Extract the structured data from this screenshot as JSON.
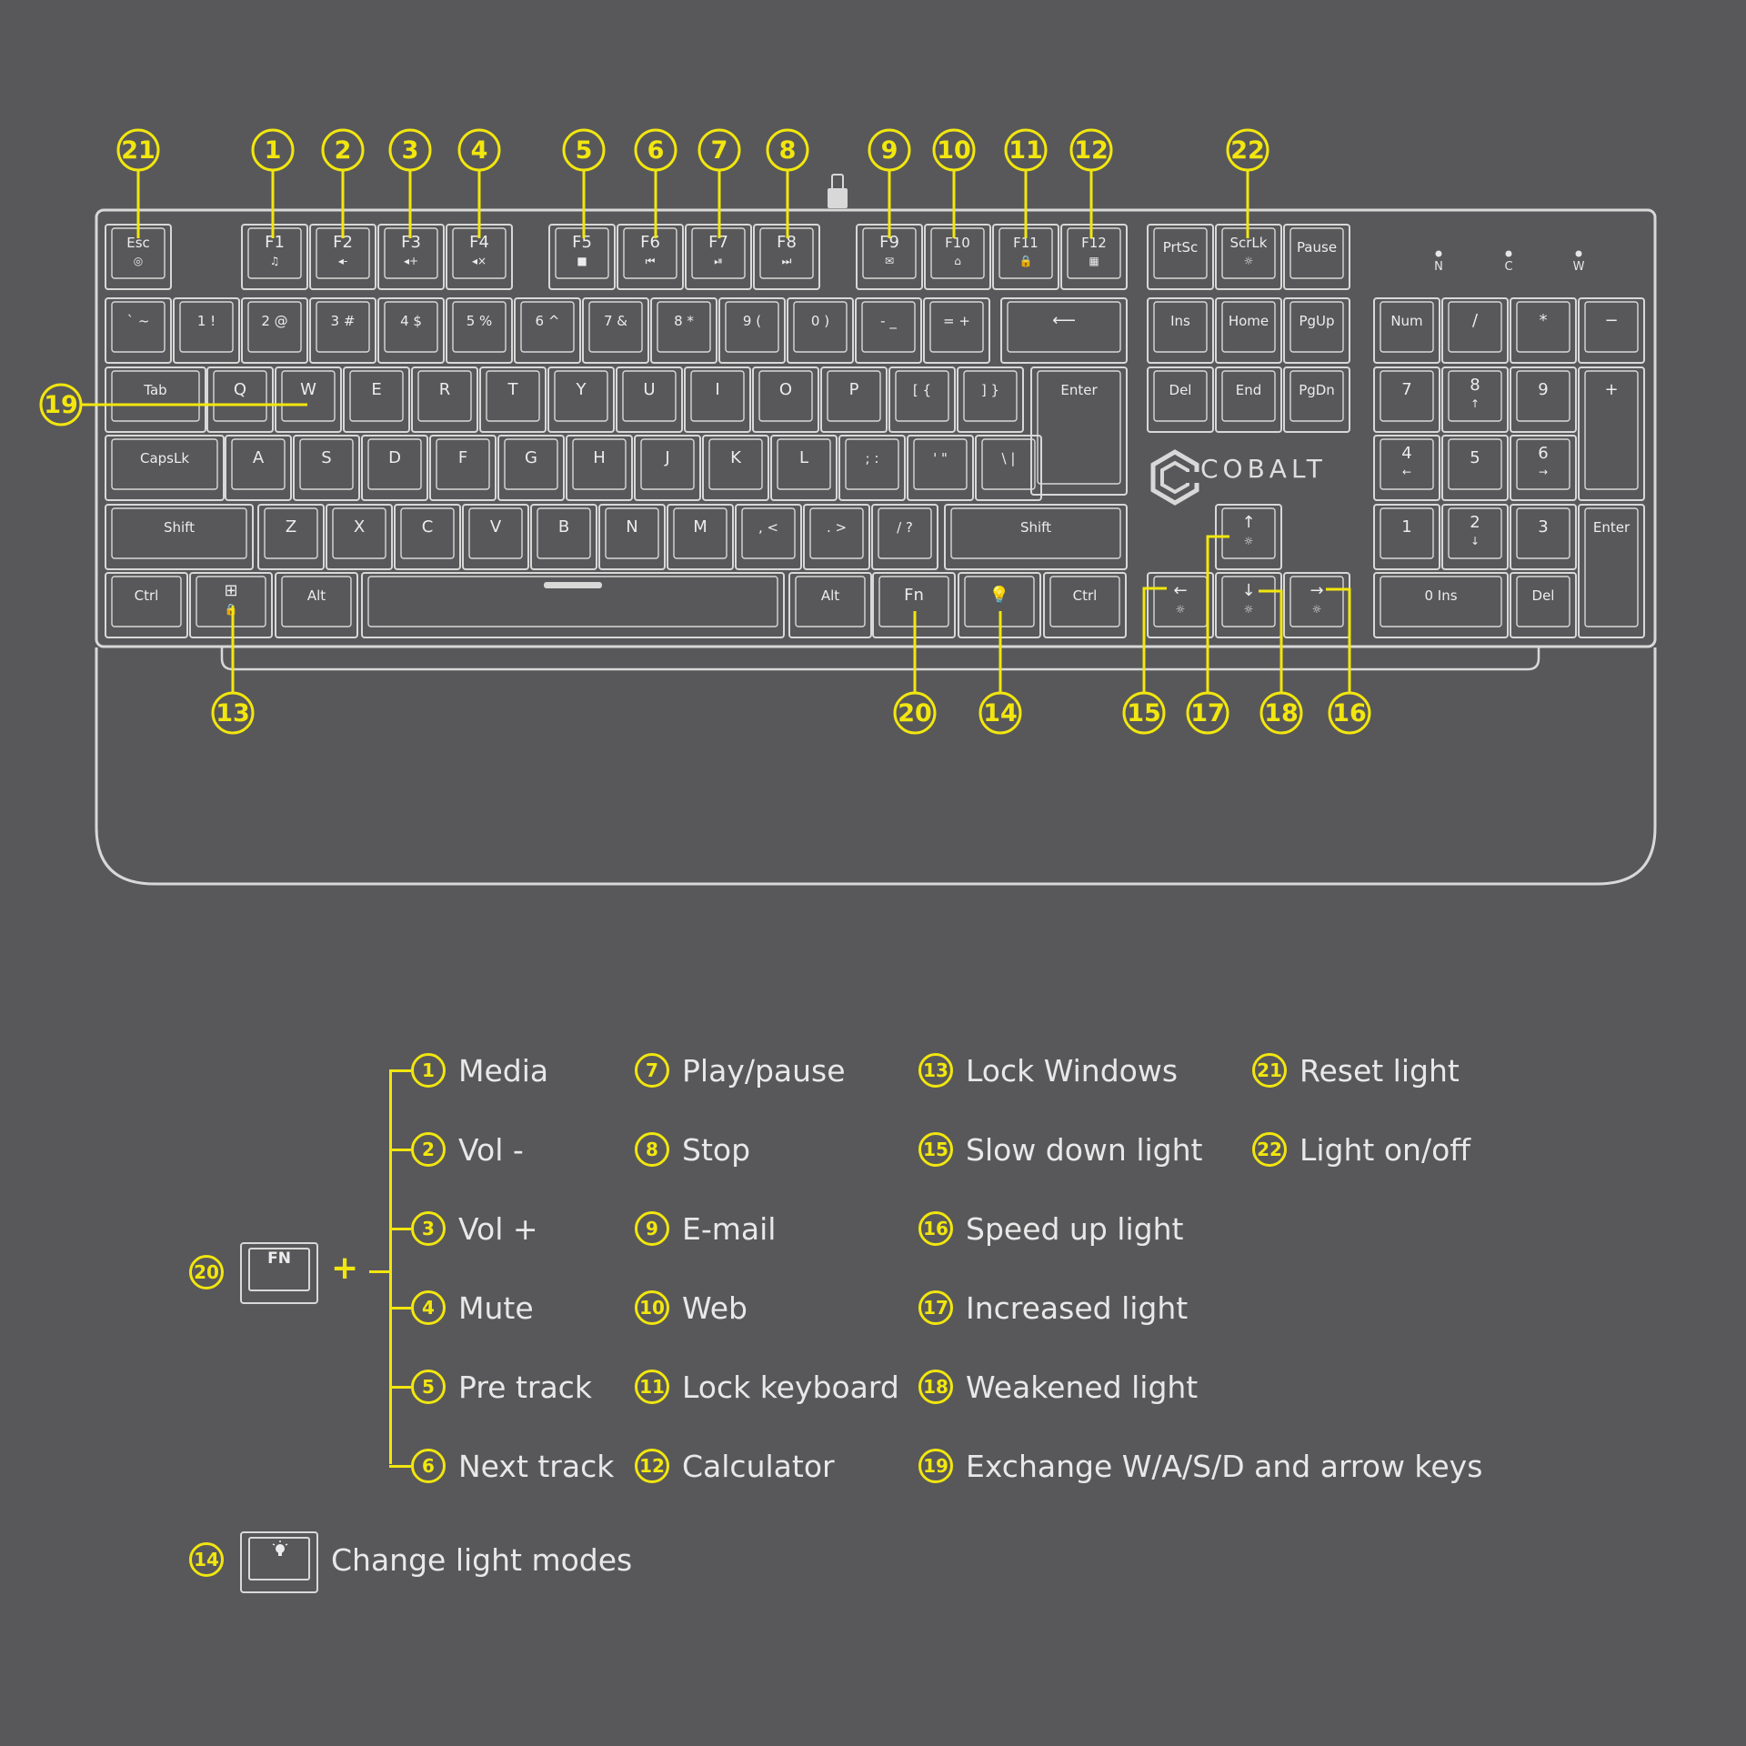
{
  "brand": {
    "name": "COBALT"
  },
  "colors": {
    "background": "#58585a",
    "outline": "#d8d8d8",
    "accent": "#f2e60f"
  },
  "keyboard": {
    "rows": [
      [
        {
          "l": "Esc",
          "s": "◎"
        },
        {
          "l": "F1",
          "s": "♫"
        },
        {
          "l": "F2",
          "s": "◂-"
        },
        {
          "l": "F3",
          "s": "◂+"
        },
        {
          "l": "F4",
          "s": "◂×"
        },
        {
          "l": "F5",
          "s": "■"
        },
        {
          "l": "F6",
          "s": "⏮"
        },
        {
          "l": "F7",
          "s": "⏯"
        },
        {
          "l": "F8",
          "s": "⏭"
        },
        {
          "l": "F9",
          "s": "✉"
        },
        {
          "l": "F10",
          "s": "⌂"
        },
        {
          "l": "F11",
          "s": "🔒"
        },
        {
          "l": "F12",
          "s": "▦"
        },
        {
          "l": "PrtSc",
          "s": ""
        },
        {
          "l": "ScrLk",
          "s": "☼"
        },
        {
          "l": "Pause",
          "s": ""
        }
      ],
      [
        {
          "l": "` ~"
        },
        {
          "l": "1 !"
        },
        {
          "l": "2 @"
        },
        {
          "l": "3 #"
        },
        {
          "l": "4 $"
        },
        {
          "l": "5 %"
        },
        {
          "l": "6 ^"
        },
        {
          "l": "7 &"
        },
        {
          "l": "8 *"
        },
        {
          "l": "9 ("
        },
        {
          "l": "0 )"
        },
        {
          "l": "- _"
        },
        {
          "l": "= +"
        },
        {
          "l": "⟵"
        },
        {
          "l": "Ins"
        },
        {
          "l": "Home"
        },
        {
          "l": "PgUp"
        },
        {
          "l": "Num"
        },
        {
          "l": "/"
        },
        {
          "l": "*"
        },
        {
          "l": "−"
        }
      ],
      [
        {
          "l": "Tab"
        },
        {
          "l": "Q"
        },
        {
          "l": "W"
        },
        {
          "l": "E"
        },
        {
          "l": "R"
        },
        {
          "l": "T"
        },
        {
          "l": "Y"
        },
        {
          "l": "U"
        },
        {
          "l": "I"
        },
        {
          "l": "O"
        },
        {
          "l": "P"
        },
        {
          "l": "[ {"
        },
        {
          "l": "] }"
        },
        {
          "l": "Enter"
        },
        {
          "l": "Del"
        },
        {
          "l": "End"
        },
        {
          "l": "PgDn"
        },
        {
          "l": "7"
        },
        {
          "l": "8",
          "s": "↑"
        },
        {
          "l": "9"
        },
        {
          "l": "+"
        }
      ],
      [
        {
          "l": "CapsLk"
        },
        {
          "l": "A"
        },
        {
          "l": "S"
        },
        {
          "l": "D"
        },
        {
          "l": "F"
        },
        {
          "l": "G"
        },
        {
          "l": "H"
        },
        {
          "l": "J"
        },
        {
          "l": "K"
        },
        {
          "l": "L"
        },
        {
          "l": "; :"
        },
        {
          "l": "' \""
        },
        {
          "l": "\\ |"
        },
        {
          "l": "4",
          "s": "←"
        },
        {
          "l": "5"
        },
        {
          "l": "6",
          "s": "→"
        }
      ],
      [
        {
          "l": "Shift"
        },
        {
          "l": "Z"
        },
        {
          "l": "X"
        },
        {
          "l": "C"
        },
        {
          "l": "V"
        },
        {
          "l": "B"
        },
        {
          "l": "N"
        },
        {
          "l": "M"
        },
        {
          "l": ", <"
        },
        {
          "l": ". >"
        },
        {
          "l": "/ ?"
        },
        {
          "l": "Shift"
        },
        {
          "l": "↑",
          "s": "☼"
        },
        {
          "l": "1"
        },
        {
          "l": "2",
          "s": "↓"
        },
        {
          "l": "3"
        },
        {
          "l": "Enter"
        }
      ],
      [
        {
          "l": "Ctrl"
        },
        {
          "l": "⊞",
          "s": "🔒"
        },
        {
          "l": "Alt"
        },
        {
          "l": ""
        },
        {
          "l": "Alt"
        },
        {
          "l": "Fn"
        },
        {
          "l": "💡"
        },
        {
          "l": "Ctrl"
        },
        {
          "l": "←",
          "s": "☼"
        },
        {
          "l": "↓",
          "s": "☼"
        },
        {
          "l": "→",
          "s": "☼"
        },
        {
          "l": "0 Ins"
        },
        {
          "l": "Del"
        }
      ]
    ],
    "indicators": [
      "N",
      "C",
      "W"
    ]
  },
  "callouts": [
    "21",
    "1",
    "2",
    "3",
    "4",
    "5",
    "6",
    "7",
    "8",
    "9",
    "10",
    "11",
    "12",
    "22",
    "19",
    "13",
    "20",
    "14",
    "15",
    "17",
    "18",
    "16"
  ],
  "legend": {
    "fn_key_label": "FN",
    "fn_callout": "20",
    "plus": "+",
    "light_callout": "14",
    "light_text": "Change light modes",
    "columns": [
      [
        {
          "n": "1",
          "t": "Media"
        },
        {
          "n": "2",
          "t": "Vol -"
        },
        {
          "n": "3",
          "t": "Vol +"
        },
        {
          "n": "4",
          "t": "Mute"
        },
        {
          "n": "5",
          "t": "Pre track"
        },
        {
          "n": "6",
          "t": "Next track"
        }
      ],
      [
        {
          "n": "7",
          "t": "Play/pause"
        },
        {
          "n": "8",
          "t": "Stop"
        },
        {
          "n": "9",
          "t": "E-mail"
        },
        {
          "n": "10",
          "t": "Web"
        },
        {
          "n": "11",
          "t": "Lock keyboard"
        },
        {
          "n": "12",
          "t": "Calculator"
        }
      ],
      [
        {
          "n": "13",
          "t": "Lock Windows"
        },
        {
          "n": "15",
          "t": "Slow down light"
        },
        {
          "n": "16",
          "t": "Speed up light"
        },
        {
          "n": "17",
          "t": "Increased light"
        },
        {
          "n": "18",
          "t": "Weakened light"
        },
        {
          "n": "19",
          "t": "Exchange W/A/S/D and arrow keys"
        }
      ],
      [
        {
          "n": "21",
          "t": "Reset light"
        },
        {
          "n": "22",
          "t": "Light on/off"
        }
      ]
    ]
  }
}
